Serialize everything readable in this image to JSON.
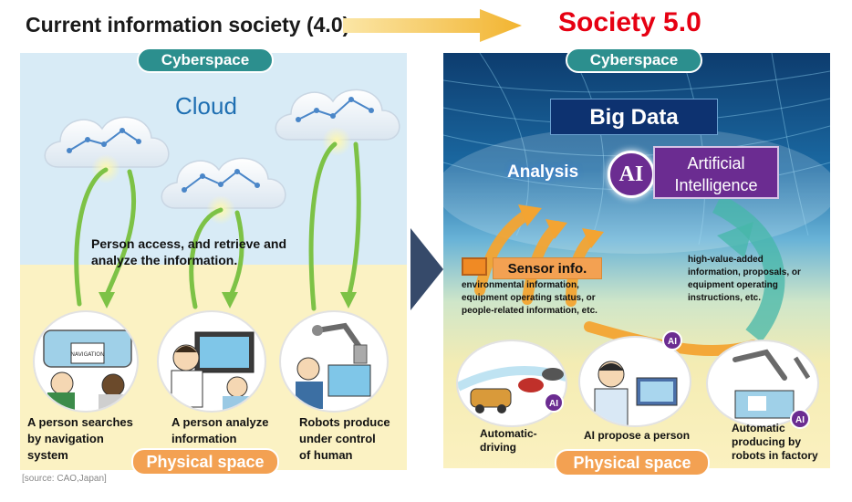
{
  "header": {
    "left_title": "Current information society (4.0)",
    "right_title": "Society 5.0"
  },
  "left": {
    "cyberspace_label": "Cyberspace",
    "cloud_label": "Cloud",
    "access_text_line1": "Person access, and retrieve and",
    "access_text_line2": "analyze the information.",
    "physical_label": "Physical space",
    "captions": [
      {
        "line1": "A person searches",
        "line2": "by navigation",
        "line3": "system"
      },
      {
        "line1": "A person analyze",
        "line2": "information",
        "line3": ""
      },
      {
        "line1": "Robots produce",
        "line2": "under control",
        "line3": "of human"
      }
    ],
    "nav_screen_text": "NAVIGATION"
  },
  "right": {
    "cyberspace_label": "Cyberspace",
    "big_data_label": "Big Data",
    "analysis_label": "Analysis",
    "ai_symbol": "AI",
    "ai_label_line1": "Artificial",
    "ai_label_line2": "Intelligence",
    "sensor_label": "Sensor info.",
    "sensor_desc_line1": "environmental information,",
    "sensor_desc_line2": "equipment operating status, or",
    "sensor_desc_line3": "people-related information, etc.",
    "hv_line1": "high-value-added",
    "hv_line2": "information, proposals, or",
    "hv_line3": "equipment operating",
    "hv_line4": "instructions, etc.",
    "physical_label": "Physical space",
    "captions": [
      {
        "line1": "Automatic-",
        "line2": "driving",
        "line3": ""
      },
      {
        "line1": "AI propose a person",
        "line2": "",
        "line3": ""
      },
      {
        "line1": "Automatic",
        "line2": "producing by",
        "line3": "robots in factory"
      }
    ],
    "ai_badge": "AI"
  },
  "source": "[source: CAO,Japan]",
  "colors": {
    "title_red": "#e60012",
    "cyber_teal": "#2c8f8e",
    "physical_orange": "#f3a152",
    "arrow_green": "#7dc246",
    "ai_purple": "#6b2c91",
    "bigdata_navy": "#0d3270"
  }
}
